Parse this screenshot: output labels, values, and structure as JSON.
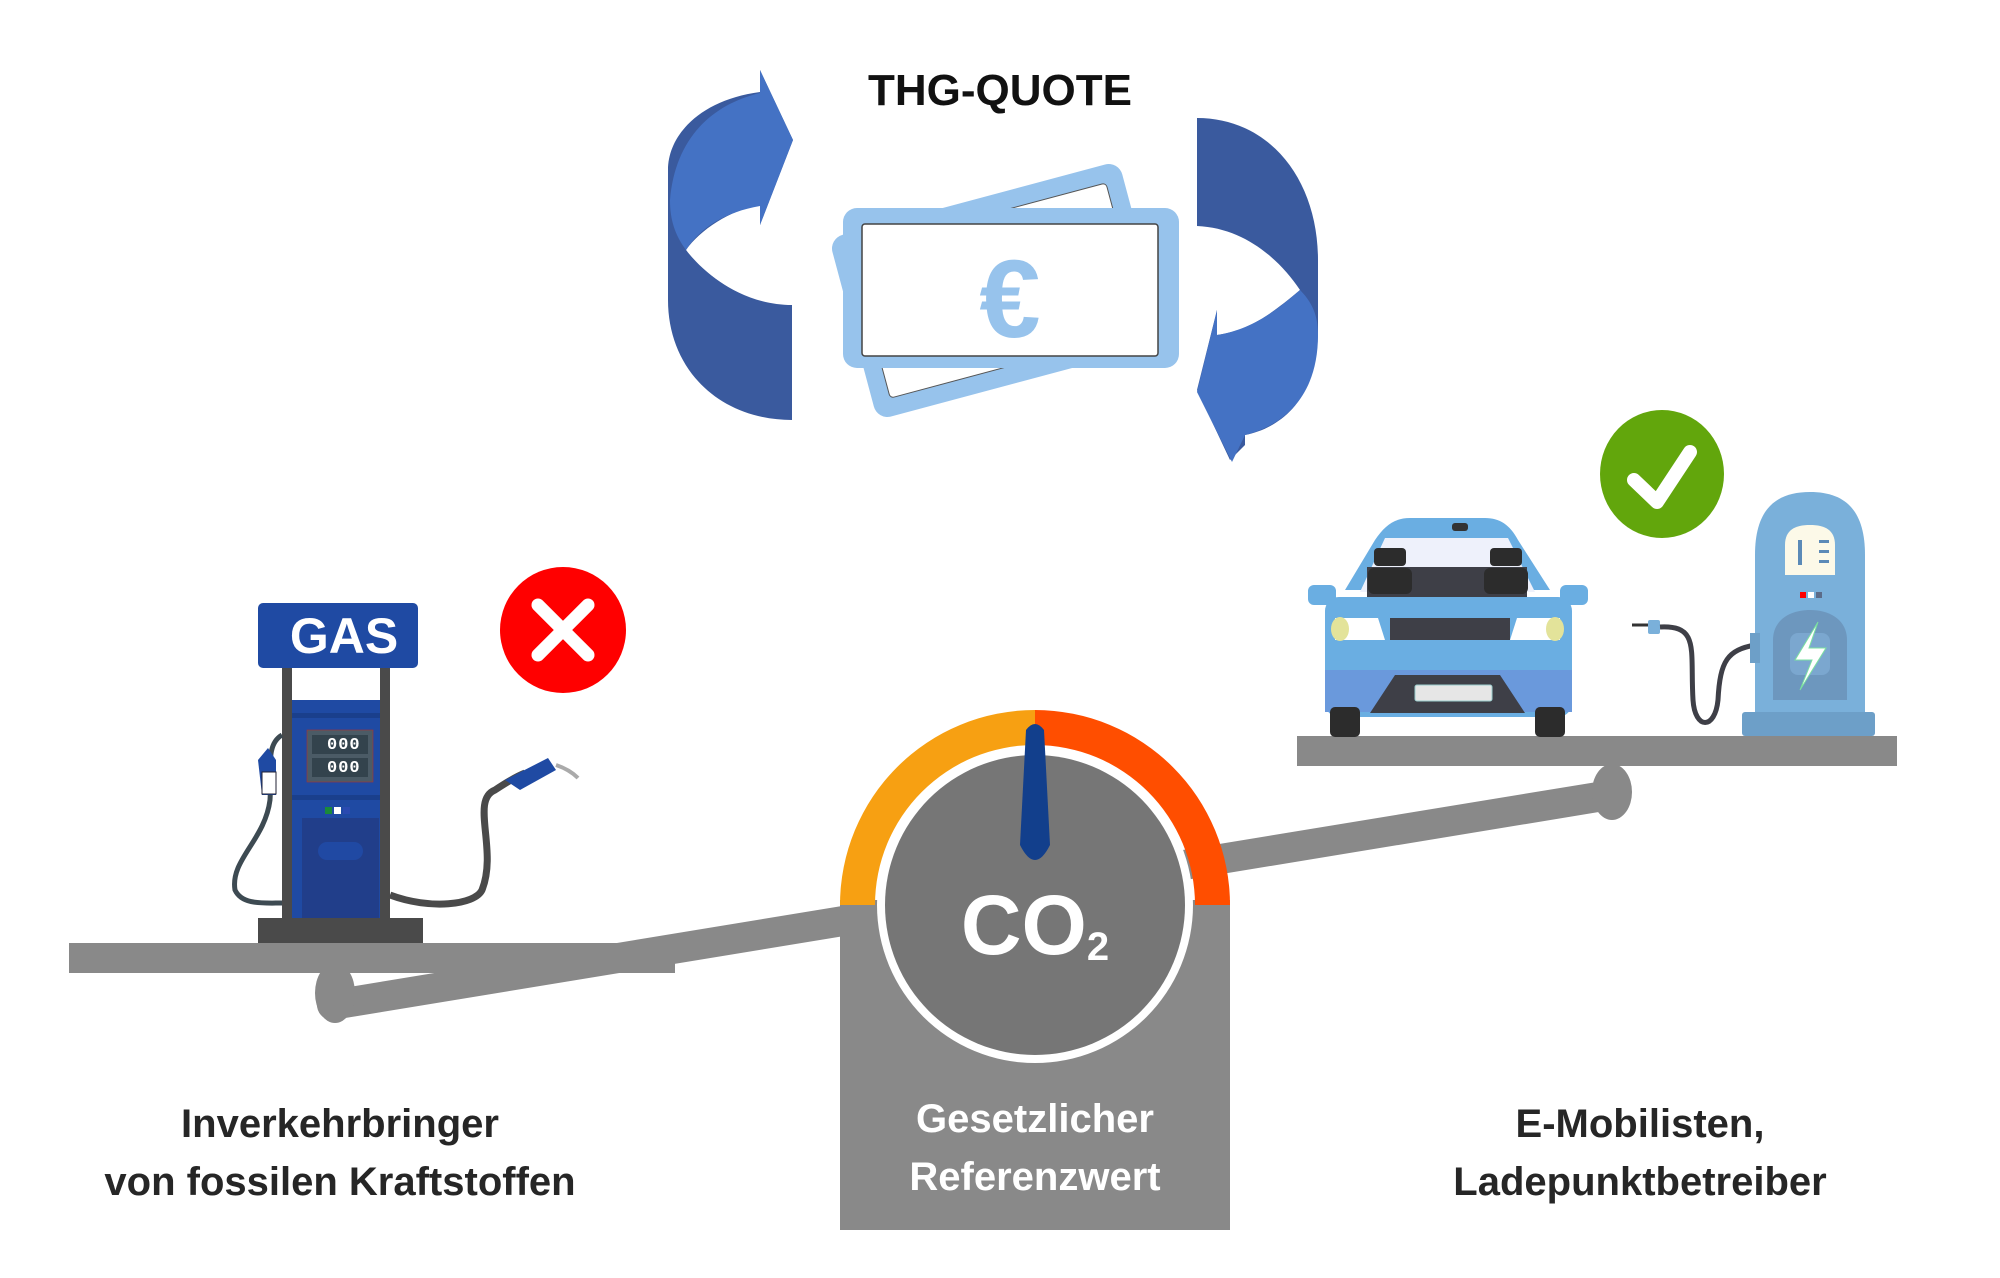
{
  "title": "THG-QUOTE",
  "exchange": {
    "currency_icon": "euro-banknote-icon",
    "currency_symbol": "€",
    "arrows": "circular-exchange-arrows-icon"
  },
  "left_side": {
    "icon": "gas-pump-icon",
    "pump_sign": "GAS",
    "display_rows": [
      "000",
      "000"
    ],
    "status_icon": "red-cross-icon",
    "label_lines": [
      "Inverkehrbringer",
      "von fossilen Kraftstoffen"
    ]
  },
  "center": {
    "gauge_icon": "co2-gauge-icon",
    "gauge_text": "CO",
    "gauge_subscript": "2",
    "label_lines": [
      "Gesetzlicher",
      "Referenzwert"
    ]
  },
  "right_side": {
    "icon": "electric-car-charging-icon",
    "status_icon": "green-check-icon",
    "label_lines": [
      "E-Mobilisten,",
      "Ladepunktbetreiber"
    ]
  },
  "colors": {
    "arrow_light": "#4472c4",
    "arrow_dark": "#3a5a9e",
    "banknote": "#97c3ec",
    "seesaw_grey": "#898989",
    "gauge_grey": "#767676",
    "gauge_orange": "#f7a012",
    "gauge_red": "#ff4e00",
    "needle_blue": "#123f8c",
    "pump_blue": "#1f4aa3",
    "cross_red": "#ff0000",
    "check_green": "#62a60c",
    "car_blue": "#6aaee2",
    "charger_blue": "#7ab0da"
  }
}
